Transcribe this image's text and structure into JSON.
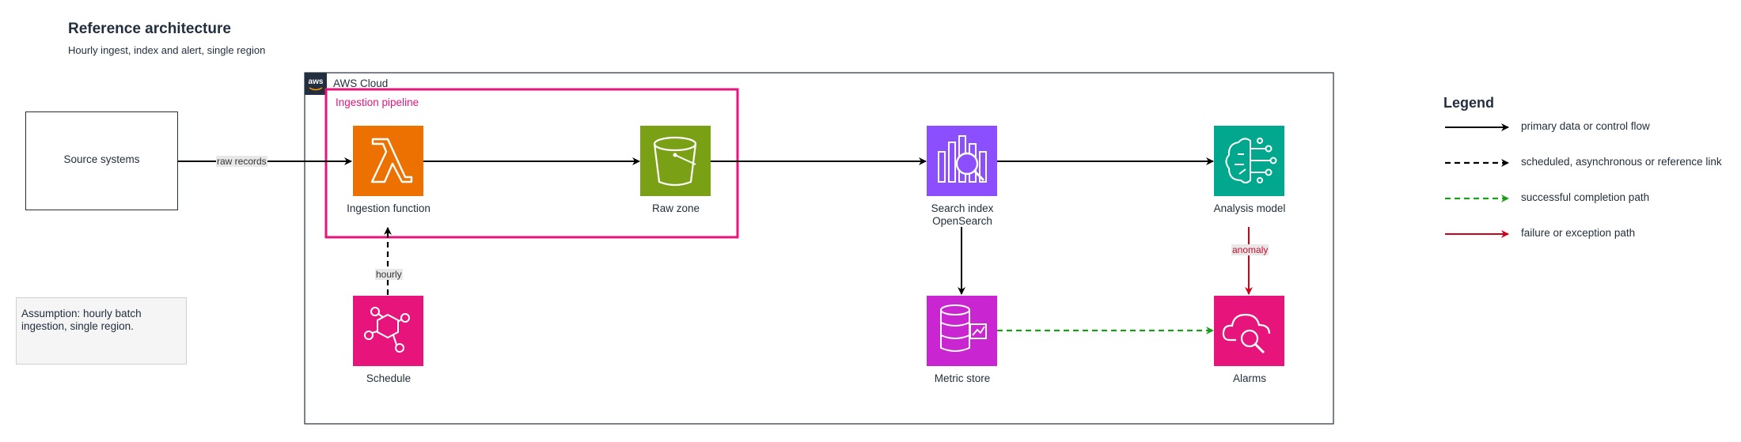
{
  "header": {
    "title": "Reference architecture",
    "subtitle": "Hourly ingest, index and alert, single region"
  },
  "cloud": {
    "label": "AWS Cloud",
    "logo_text": "aws"
  },
  "group": {
    "label": "Ingestion pipeline"
  },
  "nodes": {
    "source": "Source systems",
    "ingestion": "Ingestion function",
    "raw_zone": "Raw zone",
    "search_line1": "Search index",
    "search_line2": "OpenSearch",
    "analysis": "Analysis model",
    "schedule": "Schedule",
    "metric": "Metric store",
    "alarms": "Alarms"
  },
  "edge_labels": {
    "raw_records": "raw records",
    "hourly": "hourly",
    "anomaly": "anomaly"
  },
  "note": {
    "text": "Assumption: hourly batch ingestion, single region."
  },
  "legend": {
    "title": "Legend",
    "items": [
      {
        "label": "primary data or control flow",
        "color": "#000000",
        "style": "solid"
      },
      {
        "label": "scheduled, asynchronous or reference link",
        "color": "#000000",
        "style": "dashed"
      },
      {
        "label": "successful completion path",
        "color": "#1a9e1a",
        "style": "dashed"
      },
      {
        "label": "failure or exception path",
        "color": "#d0021b",
        "style": "solid"
      }
    ]
  },
  "colors": {
    "lambda": "#ed7100",
    "s3": "#7aa116",
    "opensearch": "#8c4fff",
    "ml": "#01a88d",
    "eventbridge": "#e7157b",
    "metric": "#c925d1",
    "alarms": "#e7157b",
    "group_border": "#e7157b",
    "cloud_border": "#232f3e"
  },
  "icons": {
    "ingestion": "lambda-icon",
    "raw_zone": "bucket-icon",
    "search": "opensearch-icon",
    "analysis": "ml-brain-icon",
    "schedule": "eventbridge-icon",
    "metric": "database-chart-icon",
    "alarms": "cloud-search-icon",
    "cloud": "aws-logo-icon"
  }
}
